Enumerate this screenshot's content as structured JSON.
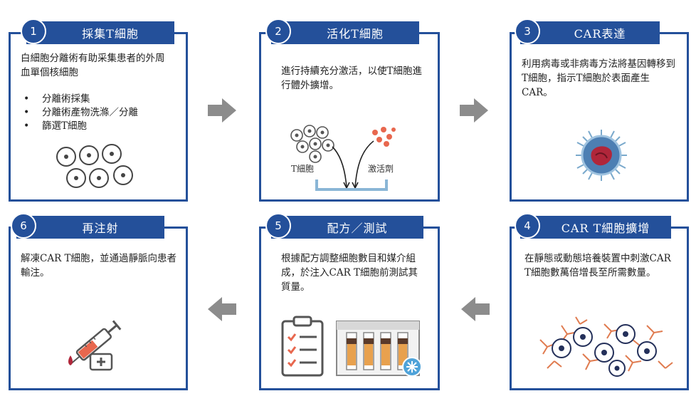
{
  "steps": [
    {
      "num": "1",
      "title": "採集T細胞",
      "desc": "白細胞分離術有助采集患者的外周血單個核細胞",
      "bullets": [
        "分離術採集",
        "分離術產物洗滌／分離",
        "篩選T細胞"
      ]
    },
    {
      "num": "2",
      "title": "活化T細胞",
      "desc": "進行持續充分激活，以使T細胞進行體外擴增。",
      "label_left": "T細胞",
      "label_right": "激活劑"
    },
    {
      "num": "3",
      "title": "CAR表達",
      "desc": "利用病毒或非病毒方法將基因轉移到T細胞，指示T細胞於表面產生CAR。"
    },
    {
      "num": "4",
      "title": "CAR T細胞擴增",
      "desc": "在靜態或動態培養裝置中刺激CAR T細胞數萬倍增長至所需數量。"
    },
    {
      "num": "5",
      "title": "配方／測試",
      "desc": "根據配方調整細胞數目和媒介組成，於注入CAR T細胞前測試其質量。"
    },
    {
      "num": "6",
      "title": "再注射",
      "desc": "解凍CAR T細胞，並通過靜脈向患者輸注。"
    }
  ],
  "colors": {
    "brand": "#24509a",
    "arrow": "#8c8c8c",
    "activator": "#e8674e",
    "virus_core": "#b0263a",
    "antibody": "#e07b4f"
  }
}
